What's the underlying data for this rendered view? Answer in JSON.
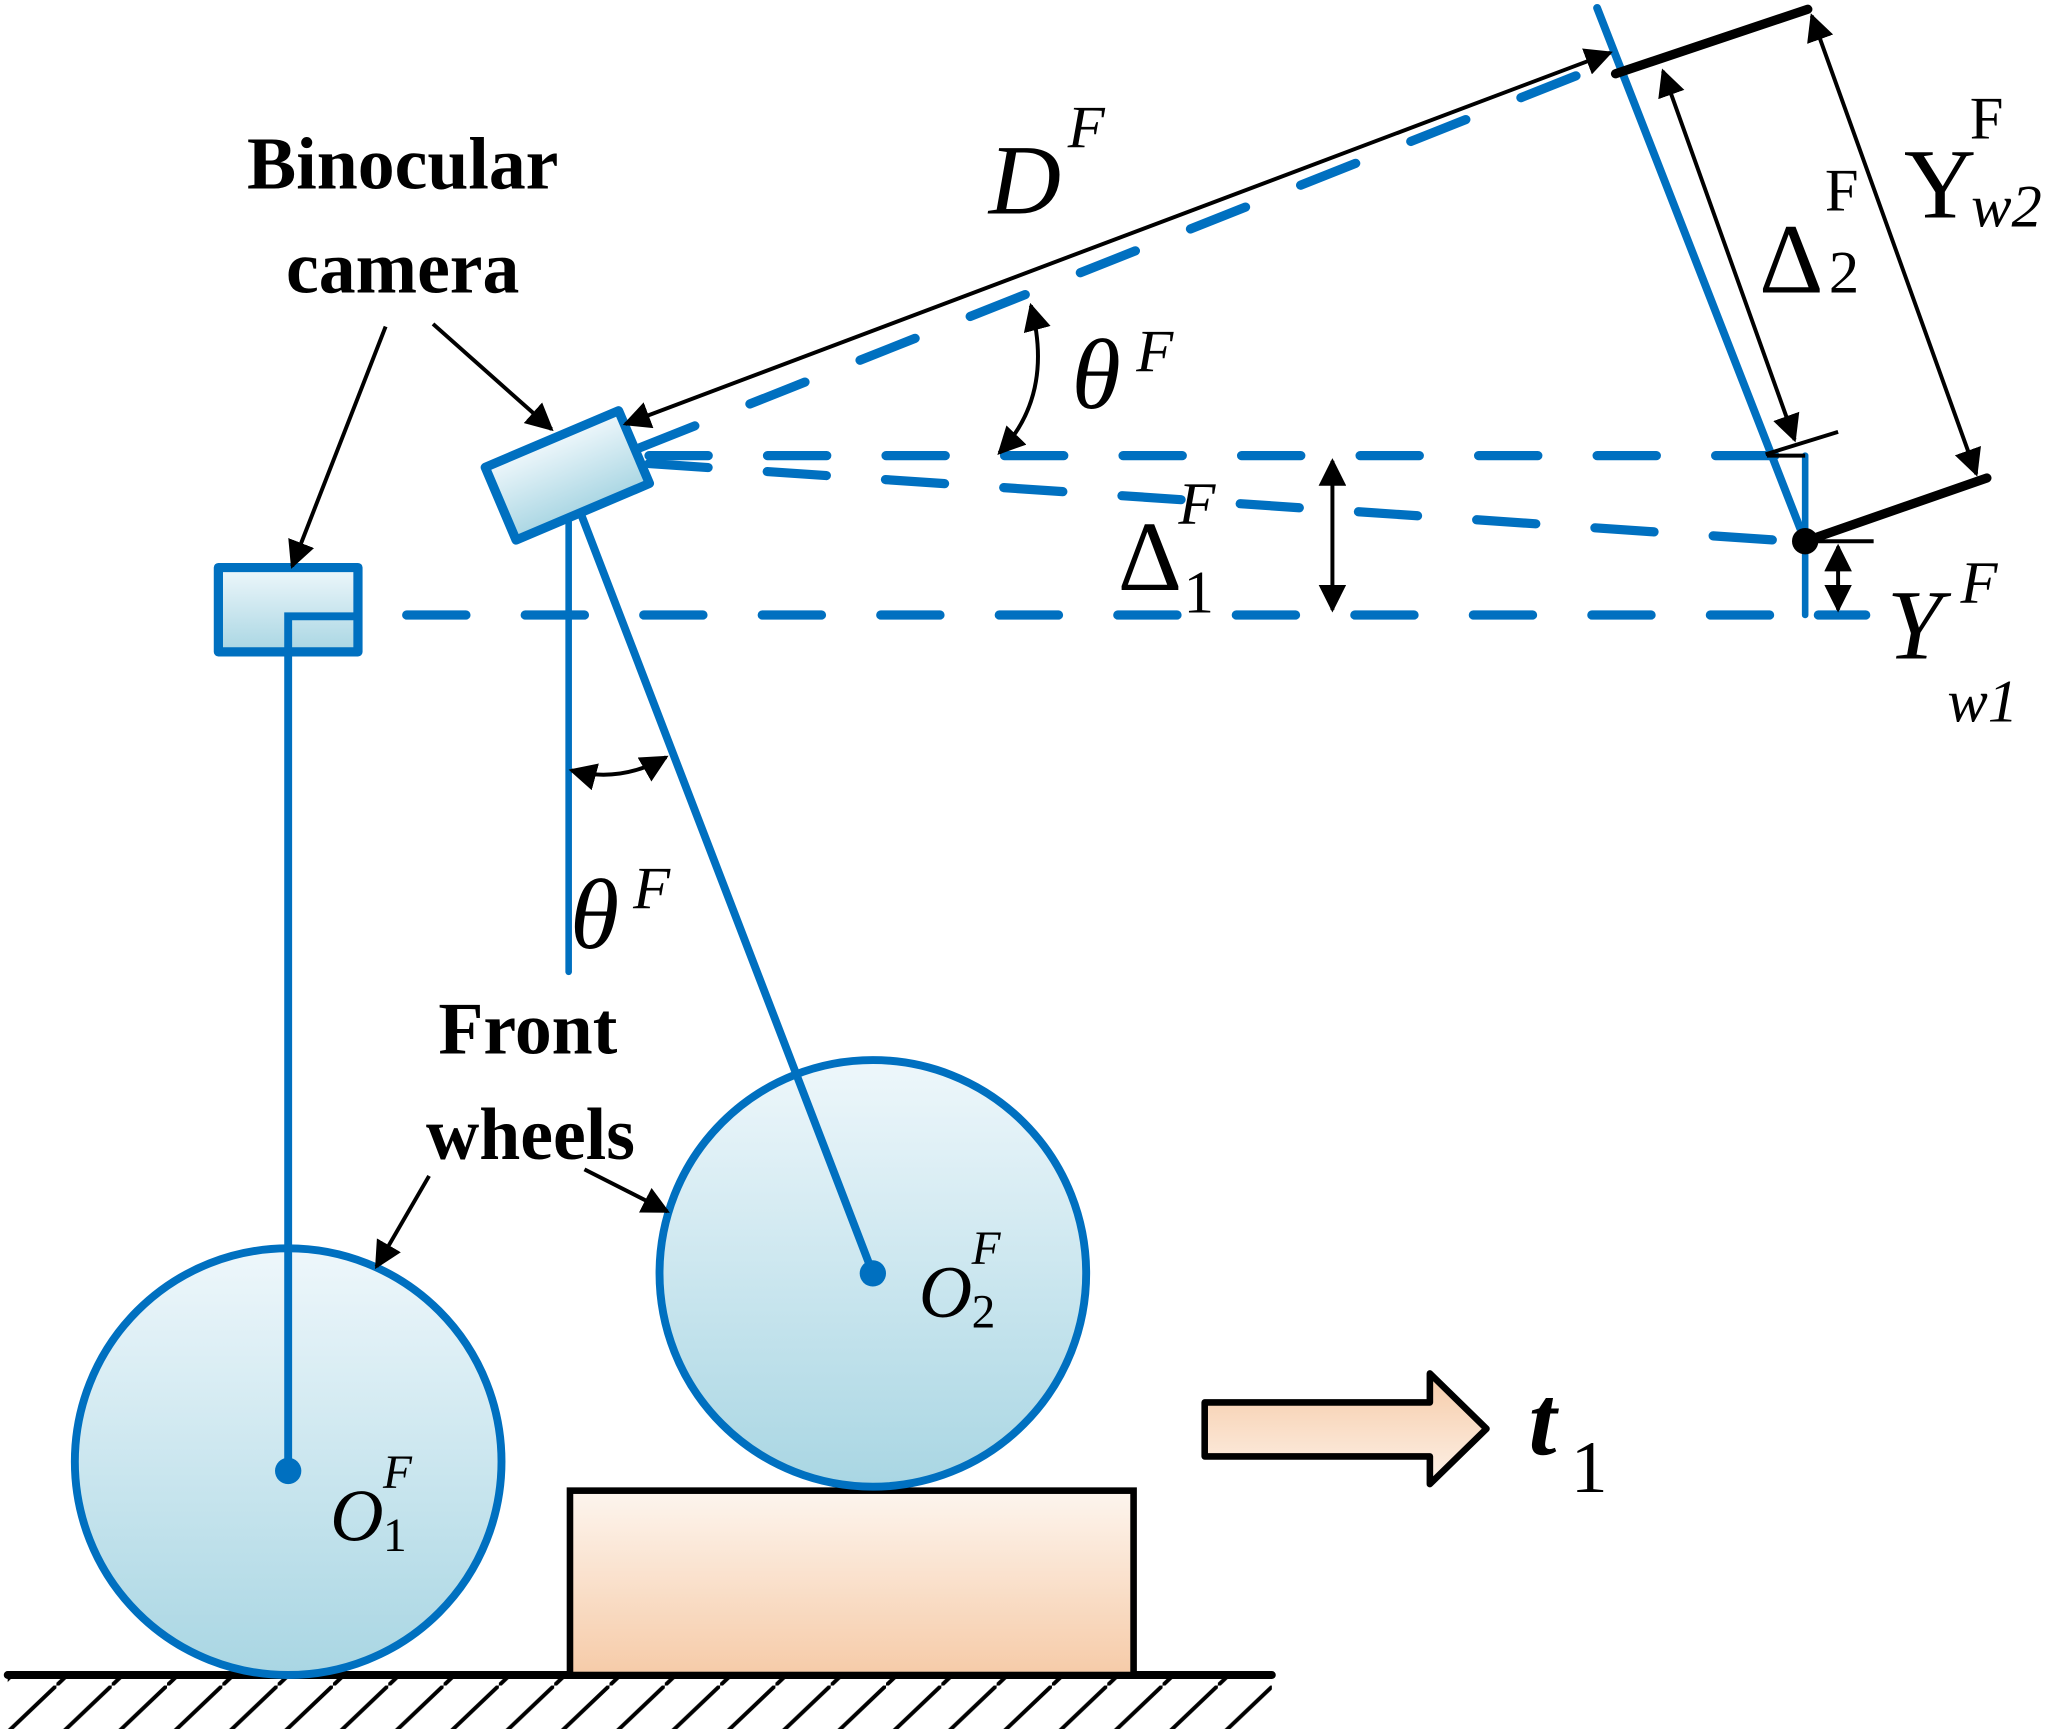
{
  "title": "Binocular camera measurement geometry with front wheels climbing a step",
  "labels": {
    "camera_line1": "Binocular",
    "camera_line2": "camera",
    "wheels_line1": "Front",
    "wheels_line2": "wheels",
    "distance": "D",
    "distance_sup": "F",
    "theta_top": "θ",
    "theta_top_sup": "F",
    "theta_bottom": "θ",
    "theta_bottom_sup": "F",
    "delta1": "Δ",
    "delta1_sup": "F",
    "delta1_sub": "1",
    "delta2": "Δ",
    "delta2_sup": "F",
    "delta2_sub": "2",
    "yw2": "Y",
    "yw2_sup": "F",
    "yw2_sub": "w2",
    "yw1": "Y",
    "yw1_sup": "F",
    "yw1_sub": "w1",
    "o1": "O",
    "o1_sup": "F",
    "o1_sub": "1",
    "o2": "O",
    "o2_sup": "F",
    "o2_sub": "2",
    "time": "t",
    "time_sub": "1"
  },
  "colors": {
    "structure_blue": "#0070C0",
    "wheel_fill_top": "#EEF7FB",
    "wheel_fill_bottom": "#A9D6E3",
    "step_fill_top": "#FDF3EA",
    "step_fill_bottom": "#F6CBA8"
  }
}
